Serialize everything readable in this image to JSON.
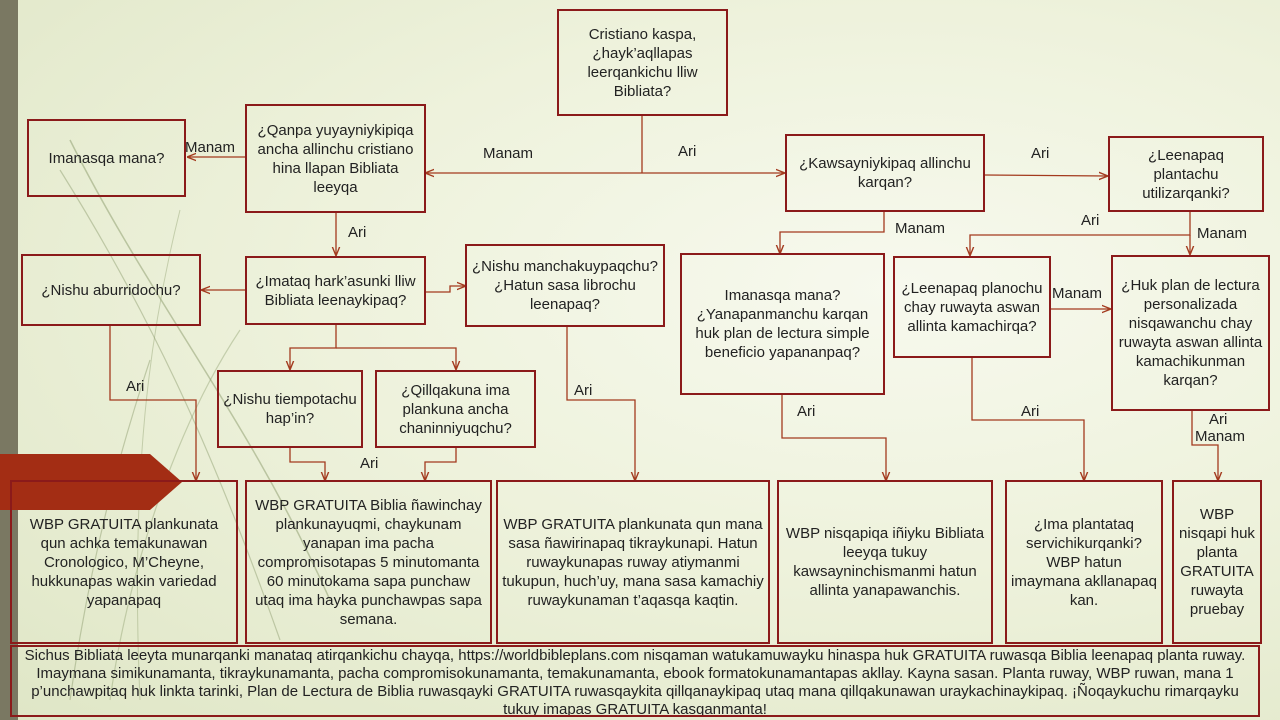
{
  "nodes": {
    "start": "Cristiano kaspa, ¿hayk’aqllapas leerqankichu lliw Bibliata?",
    "qanpa": "¿Qanpa yuyayniykipiqa ancha allinchu cristiano hina llapan Bibliata leeyqa",
    "imanasqa_left": "Imanasqa mana?",
    "kawsay": "¿Kawsayniykipaq allinchu karqan?",
    "leenapaq_plantachu": "¿Leenapaq plantachu utilizarqanki?",
    "imataq": "¿Imataq hark’asunki lliw Bibliata leenaykipaq?",
    "aburrido": "¿Nishu aburridochu?",
    "manchakuy": "¿Nishu manchakuypaqchu? ¿Hatun sasa librochu leenapaq?",
    "imanasqa_simple": "Imanasqa mana? ¿Yanapanmanchu karqan huk plan de lectura simple beneficio yapananpaq?",
    "leenapaq_planochu": "¿Leenapaq planochu chay ruwayta aswan allinta kamachirqa?",
    "huk_plan": "¿Huk plan de lectura personalizada nisqawanchu chay ruwayta aswan allinta kamachikunman karqan?",
    "tiempo": "¿Nishu tiempotachu hap’in?",
    "qillqakuna": "¿Qillqakuna ima plankuna ancha chaninniyuqchu?",
    "ans1": "WBP GRATUITA plankunata qun achka temakunawan Cronologico, M’Cheyne, hukkunapas wakin variedad yapanapaq",
    "ans2": "WBP GRATUITA Biblia ñawinchay plankunayuqmi, chaykunam yanapan ima pacha compromisotapas 5 minutomanta 60 minutokama sapa punchaw utaq ima hayka punchawpas sapa semana.",
    "ans3": "WBP GRATUITA plankunata qun mana sasa ñawirinapaq tikraykunapi. Hatun ruwaykunapas ruway atiymanmi tukupun, huch’uy, mana sasa kamachiy ruwaykunaman t’aqasqa kaqtin.",
    "ans4": "WBP nisqapiqa iñiyku Bibliata leeyqa tukuy kawsayninchismanmi hatun allinta yanapawanchis.",
    "ans5": "¿Ima plantataq servichikurqanki? WBP hatun imaymana akllanapaq kan.",
    "ans6": "WBP nisqapi huk planta GRATUITA ruwayta pruebay"
  },
  "edge_labels": {
    "manam": "Manam",
    "ari": "Ari"
  },
  "footer": "Sichus Bibliata leeyta munarqanki manataq atirqankichu chayqa, https://worldbibleplans.com nisqaman watukamuwayku hinaspa huk GRATUITA ruwasqa Biblia leenapaq planta ruway. Imaymana simikunamanta, tikraykunamanta, pacha compromisokunamanta, temakunamanta, ebook formatokunamantapas akllay. Kayna sasan. Planta ruway, WBP ruwan, mana 1 p’unchawpitaq huk linkta tarinki, Plan de Lectura de Biblia ruwasqayki GRATUITA ruwasqaykita qillqanaykipaq utaq mana qillqakunawan uraykachinaykipaq. ¡Ñoqaykuchu rimarqayku tukuy imapas GRATUITA kasqanmanta!",
  "colors": {
    "border": "#8b1a1a",
    "arrow": "#a33a1e",
    "tab": "#a32d14",
    "sidebar": "#7a7862"
  }
}
